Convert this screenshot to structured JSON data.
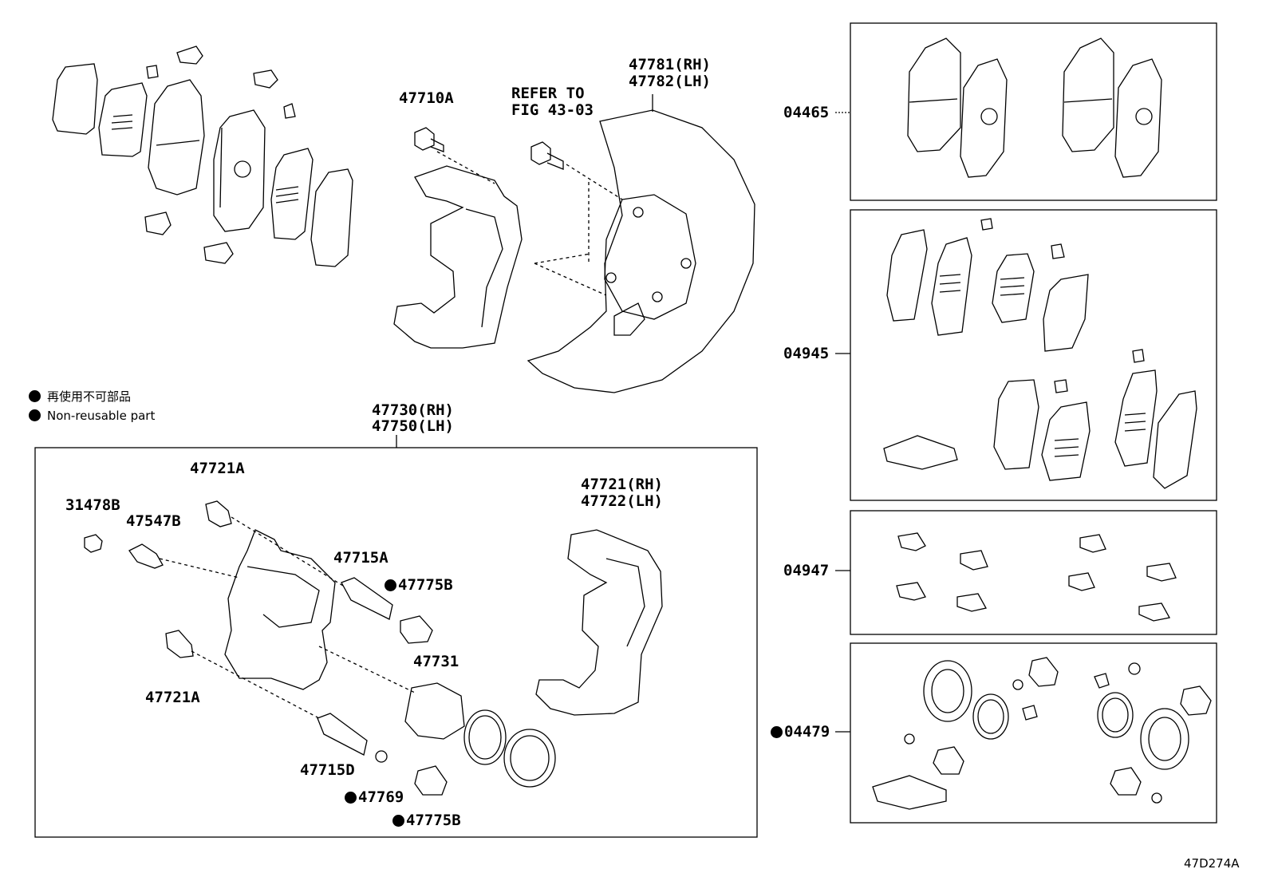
{
  "diagram_id": "47D274A",
  "legend": {
    "jp": "再使用不可部品",
    "en": "Non-reusable part"
  },
  "refer": {
    "line1": "REFER TO",
    "line2": "FIG 43-03"
  },
  "parts": {
    "p47710A": "47710A",
    "p47781": "47781(RH)",
    "p47782": "47782(LH)",
    "p47730": "47730(RH)",
    "p47750": "47750(LH)",
    "p47721A_top": "47721A",
    "p31478B": "31478B",
    "p47547B": "47547B",
    "p47715A": "47715A",
    "p47775B_top": "47775B",
    "p47721A_bottom": "47721A",
    "p47731": "47731",
    "p47715D": "47715D",
    "p47769": "47769",
    "p47775B_bottom": "47775B",
    "p47721": "47721(RH)",
    "p47722": "47722(LH)",
    "kit04465": "04465",
    "kit04945": "04945",
    "kit04947": "04947",
    "kit04479": "04479"
  }
}
